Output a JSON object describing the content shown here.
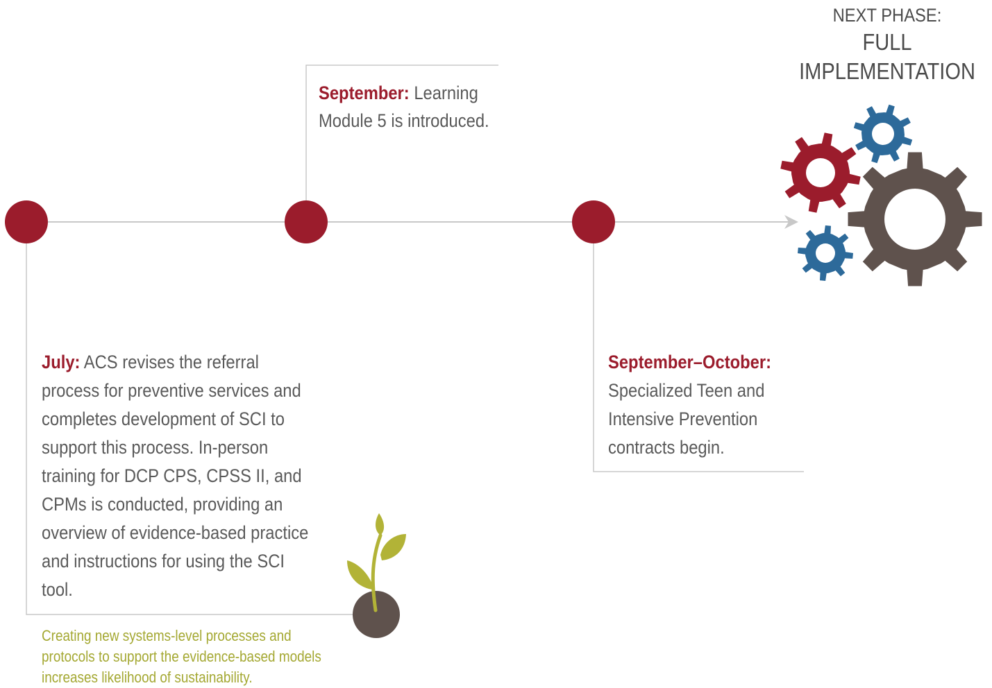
{
  "next_phase": {
    "prefix": "NEXT PHASE:",
    "title_line1": "FULL",
    "title_line2": "IMPLEMENTATION"
  },
  "events": [
    {
      "label": "September:",
      "text": " Learning Module 5 is introduced."
    },
    {
      "label": "July:",
      "text": " ACS revises the referral process for preventive services and completes development of SCI to support this process. In-person training for DCP CPS, CPSS II, and CPMs is conducted, providing an overview of evidence-based practice and instructions for using the SCI tool."
    },
    {
      "label": "September–October:",
      "text": "Specialized Teen and Intensive Prevention contracts begin."
    }
  ],
  "note": "Creating new systems-level processes and protocols to support the evidence-based models increases likelihood of sustainability.",
  "colors": {
    "accent_red": "#9b1c2c",
    "gear_blue": "#2d6a9a",
    "gear_brown": "#5f524d",
    "sprout_green": "#b2b337",
    "note_green": "#a4a832",
    "line_gray": "#c8c8c8",
    "text_gray": "#595959"
  },
  "icons": [
    "gears-icon",
    "sprout-icon",
    "arrow-right-icon"
  ]
}
